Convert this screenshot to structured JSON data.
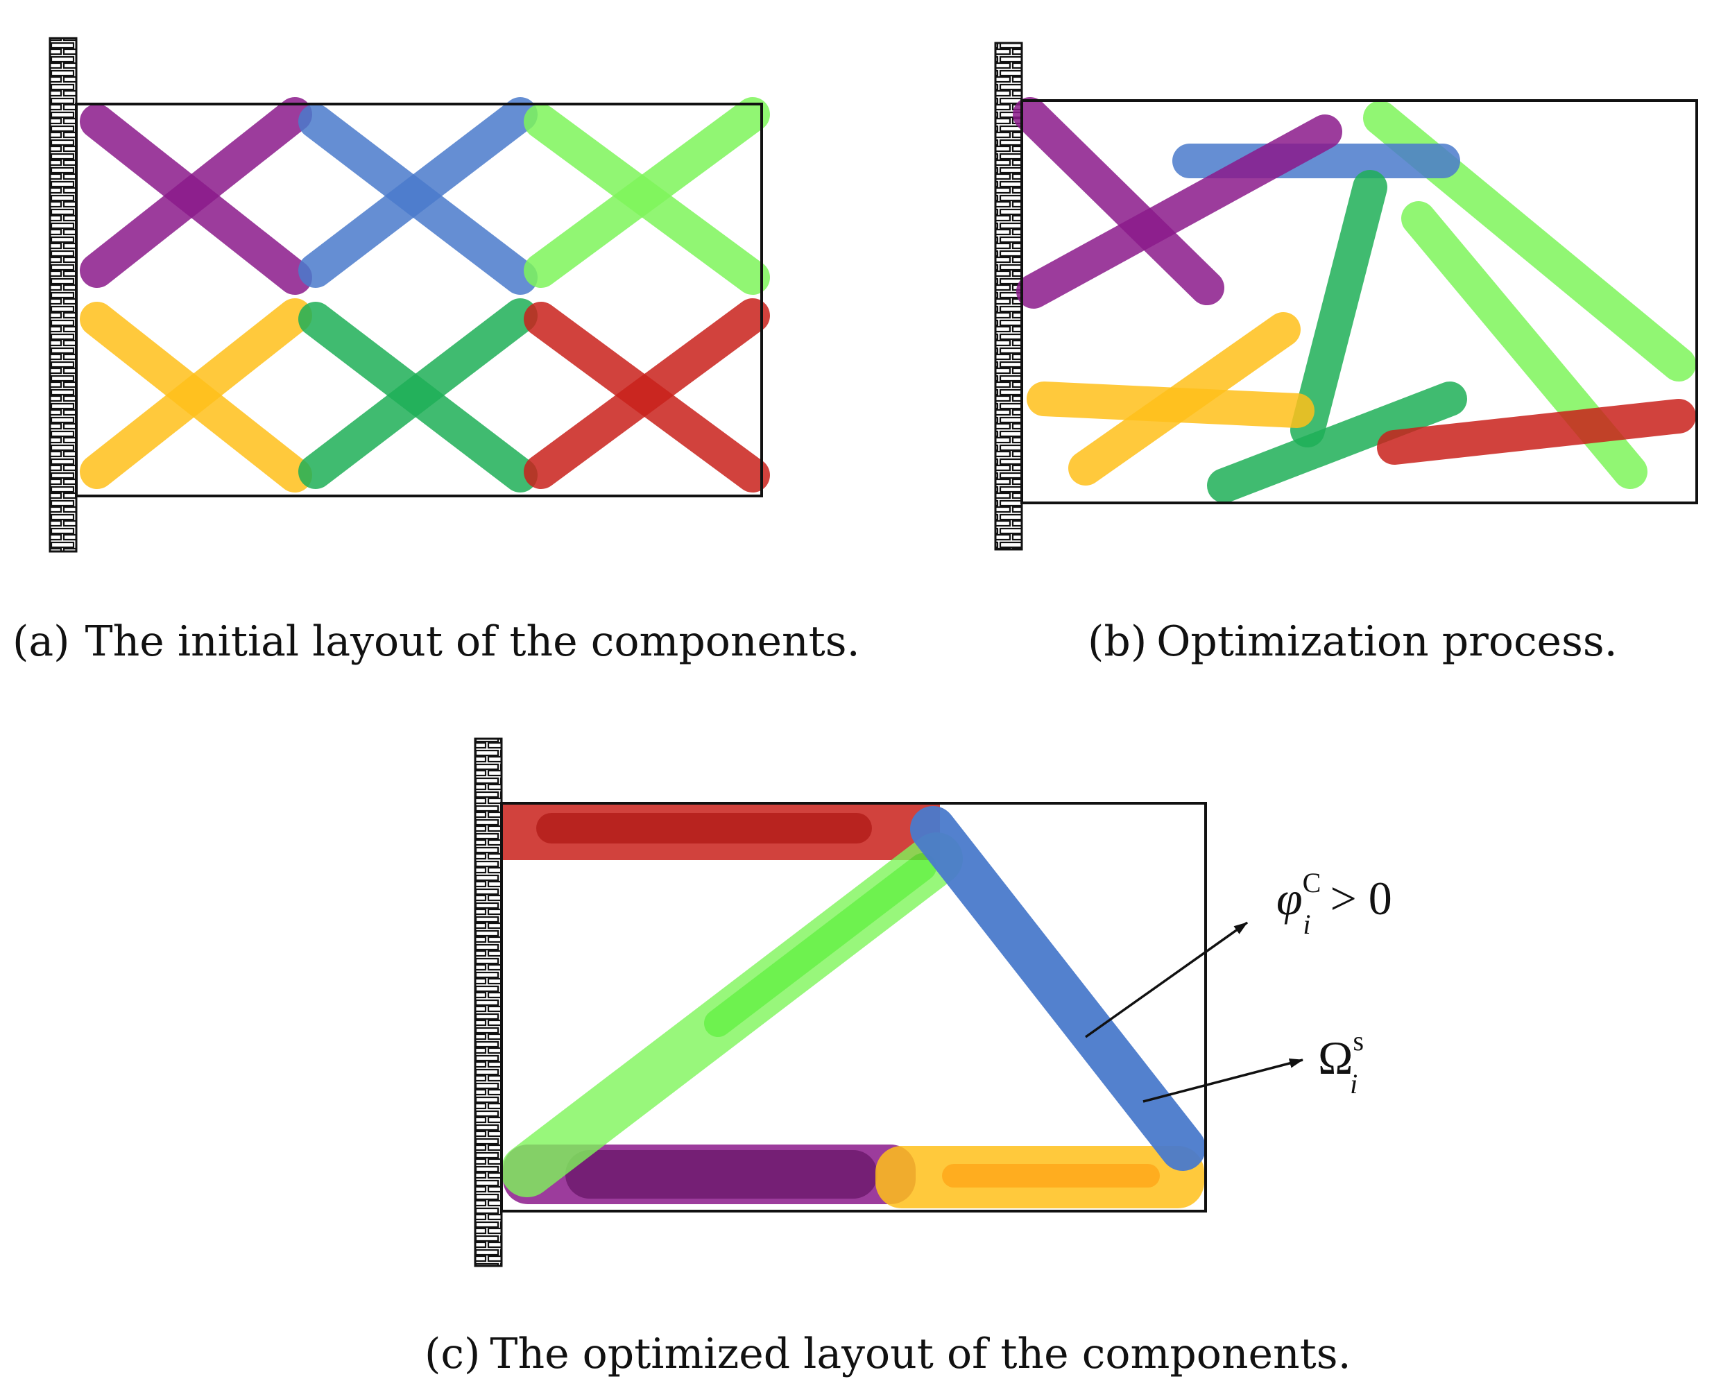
{
  "colors": {
    "purple": "#8b1a8b",
    "blue": "#4a7acb",
    "lightgreen": "#7ef55a",
    "yellow": "#ffbf1a",
    "green": "#1eaf57",
    "red": "#c9211b",
    "frame": "#111111"
  },
  "wall_icon": "brick-wall-icon",
  "panels": {
    "a": {
      "label": "(a)",
      "caption": "The initial layout of the components."
    },
    "b": {
      "label": "(b)",
      "caption": "Optimization process."
    },
    "c": {
      "label": "(c)",
      "caption": "The optimized layout of the components."
    }
  },
  "annotations": {
    "phi": {
      "symbol": "φ",
      "superscript": "C",
      "subscript": "i",
      "relation": "> 0"
    },
    "omega": {
      "symbol": "Ω",
      "superscript": "s",
      "subscript": "i"
    }
  }
}
